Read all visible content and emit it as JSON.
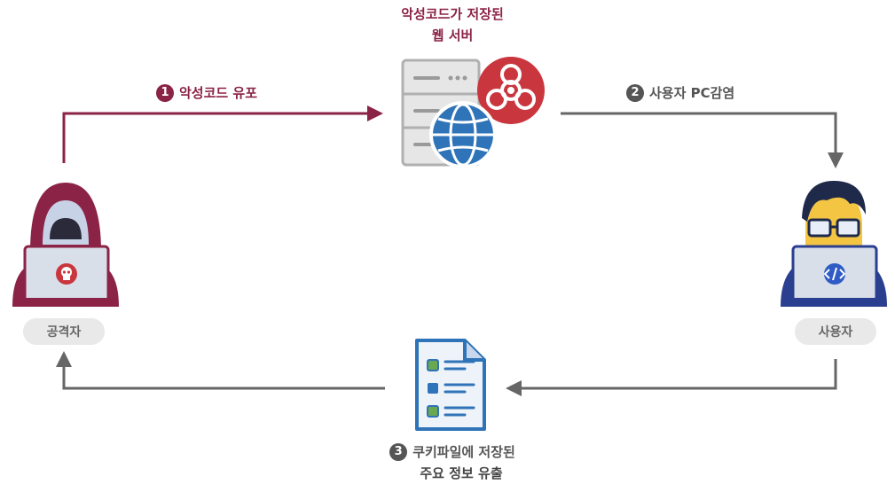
{
  "server": {
    "title_line1": "악성코드가 저장된",
    "title_line2": "웹 서버",
    "icon": "server-icon",
    "badge_icon": "biohazard-icon",
    "globe_icon": "globe-icon"
  },
  "steps": [
    {
      "num": "1",
      "label": "악성코드 유포",
      "color": "#8b2346"
    },
    {
      "num": "2",
      "label": "사용자 PC감염",
      "color": "#555555"
    },
    {
      "num": "3",
      "label_line1": "쿠키파일에 저장된",
      "label_line2": "주요 정보 유출",
      "color": "#555555"
    }
  ],
  "attacker": {
    "label": "공격자",
    "icon": "hacker-icon",
    "laptop_icon": "skull-icon"
  },
  "user": {
    "label": "사용자",
    "icon": "developer-icon",
    "laptop_icon": "code-icon"
  },
  "document": {
    "icon": "document-icon"
  },
  "colors": {
    "accent": "#8b2346",
    "arrow_gray": "#666666",
    "pill_bg": "#e9e9e9"
  }
}
